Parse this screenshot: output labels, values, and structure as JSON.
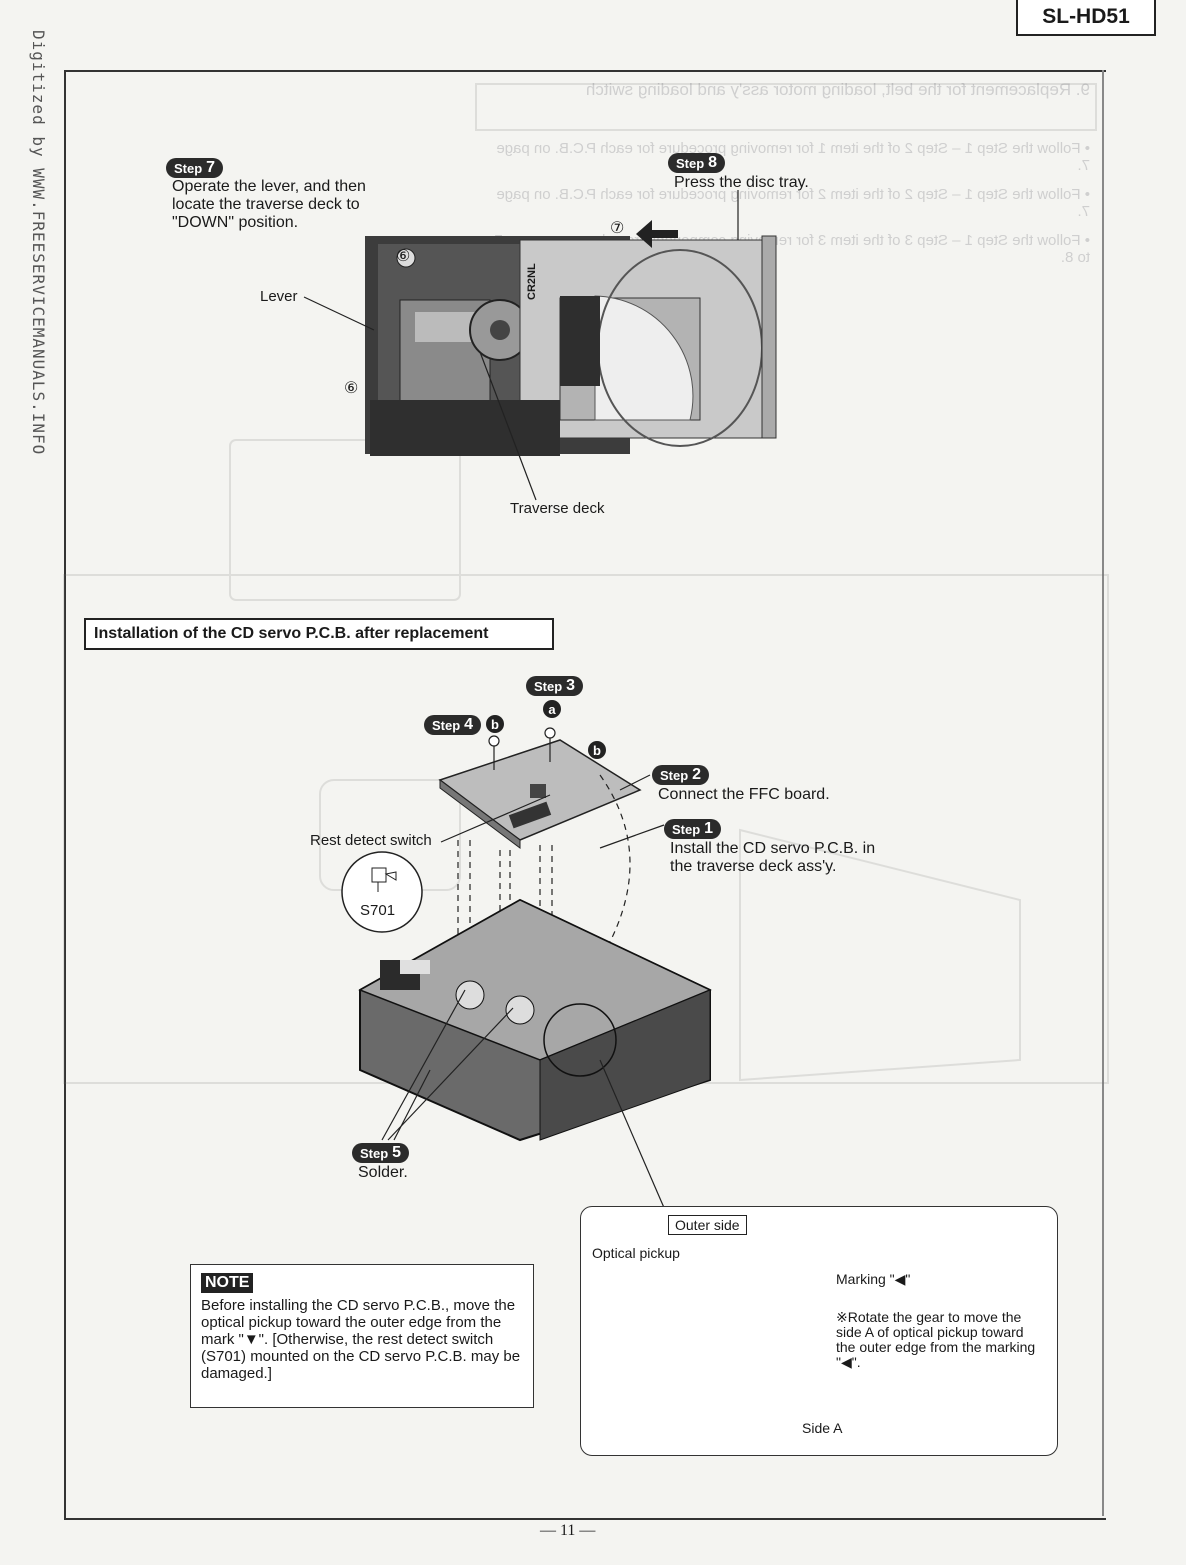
{
  "header": {
    "model": "SL-HD51"
  },
  "watermark": "Digitized by WWW.FREESERVICEMANUALS.INFO",
  "ghost_bleed": {
    "heading": "9. Replacement for the belt, loading motor ass'y and loading switch",
    "lines": [
      "• Follow the  Step 1  –  Step 2  of the item 1 for removing procedure for each P.C.B. on page 7.",
      "• Follow the  Step 1  –  Step 2  of the item 2 for removing procedure for each P.C.B. on page 7.",
      "• Follow the  Step 1  –  Step 3  of the item 3 for removing component procedures on pages 7 to 8."
    ]
  },
  "top_section": {
    "step7": {
      "label": "Step",
      "num": "7",
      "text": "Operate the lever, and then locate the traverse deck to \"DOWN\" position."
    },
    "step8": {
      "label": "Step",
      "num": "8",
      "text": "Press the disc tray."
    },
    "labels": {
      "lever": "Lever",
      "traverse_deck": "Traverse deck",
      "marker6a": "⑥",
      "marker6b": "⑥",
      "marker7": "⑦",
      "chip": "CR2NL"
    }
  },
  "install_section": {
    "title": "Installation of the CD servo P.C.B. after replacement",
    "step1": {
      "label": "Step",
      "num": "1",
      "text": "Install the CD servo P.C.B. in the traverse deck ass'y."
    },
    "step2": {
      "label": "Step",
      "num": "2",
      "text": "Connect the FFC board."
    },
    "step3": {
      "label": "Step",
      "num": "3",
      "marker": "a"
    },
    "step4": {
      "label": "Step",
      "num": "4",
      "marker": "b"
    },
    "marker_b2": "b",
    "step5": {
      "label": "Step",
      "num": "5",
      "text": "Solder."
    },
    "rest_detect": "Rest detect switch",
    "s701": "S701"
  },
  "note": {
    "badge": "NOTE",
    "text": "Before installing the CD servo P.C.B., move the optical pickup toward the outer edge from the mark \"▼\". [Otherwise, the rest detect switch (S701) mounted on the CD servo P.C.B. may be damaged.]"
  },
  "inset": {
    "outer_side": "Outer side",
    "optical_pickup": "Optical pickup",
    "marking": "Marking \"◀\"",
    "rotate_note": "※Rotate the gear to move the side A of optical pickup toward the outer edge from the marking \"◀\".",
    "side_a": "Side A"
  },
  "footer": {
    "page": "— 11 —"
  }
}
